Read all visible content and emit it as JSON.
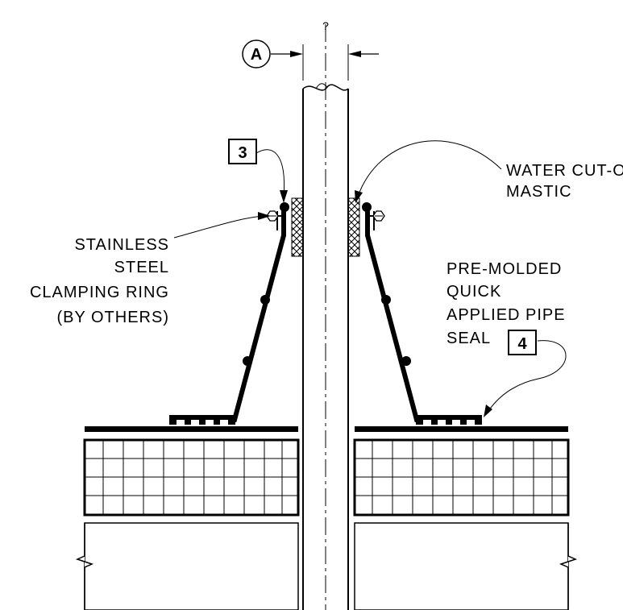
{
  "centerline_mark": "?",
  "dimension": {
    "tag": "A"
  },
  "callouts": {
    "clamp_item_number": "3",
    "seal_item_number": "4"
  },
  "labels": {
    "water_cutoff": [
      "WATER CUT-OFF",
      "MASTIC"
    ],
    "clamping_ring": [
      "STAINLESS",
      "STEEL",
      "CLAMPING RING",
      "(BY OTHERS)"
    ],
    "pipe_seal": [
      "PRE-MOLDED",
      "QUICK",
      "APPLIED PIPE",
      "SEAL"
    ]
  },
  "colors": {
    "line": "#000000",
    "background": "#ffffff"
  }
}
